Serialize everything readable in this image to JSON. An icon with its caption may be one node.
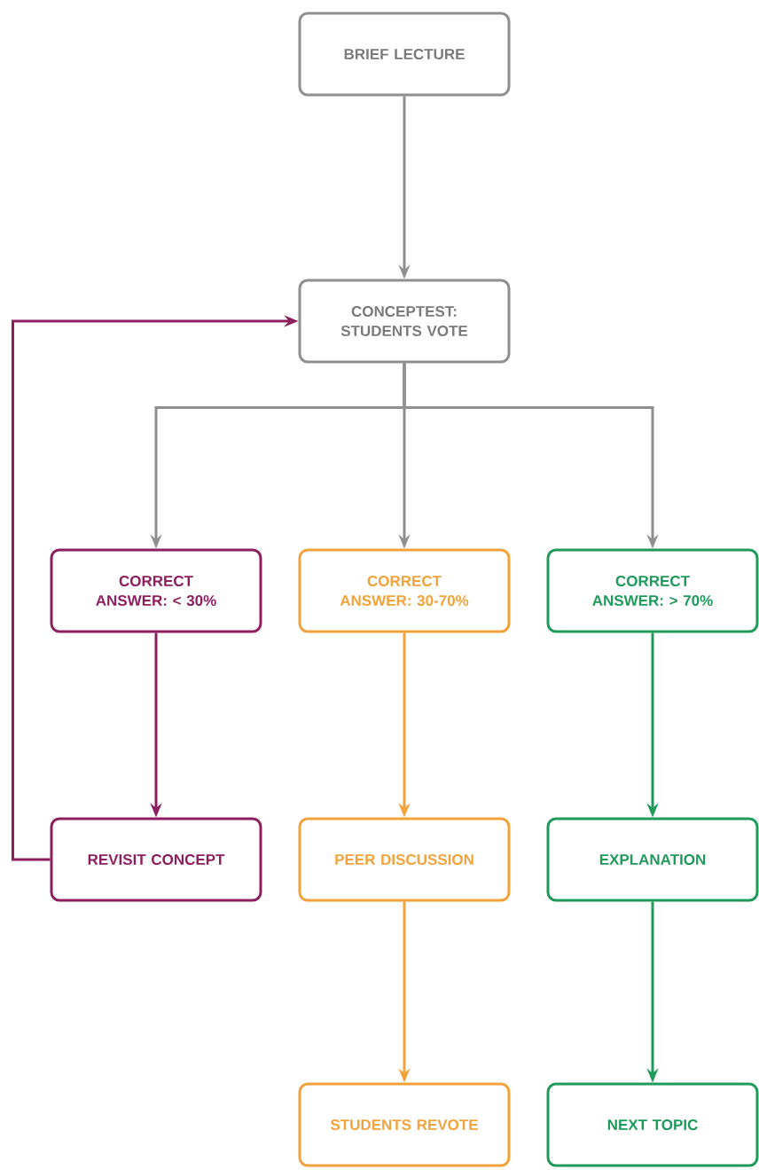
{
  "diagram": {
    "nodes": [
      {
        "text": [
          "BRIEF LECTURE"
        ]
      },
      {
        "text": [
          "CONCEPTEST: STUDENTS VOTE"
        ]
      },
      {
        "text": [
          "CORRECT ANSWER: < 30%"
        ]
      },
      {
        "text": [
          "CORRECT ANSWER: 30-70%"
        ]
      },
      {
        "text": [
          "CORRECT ANSWER: > 70%"
        ]
      },
      {
        "text": [
          "REVISIT CONCEPT"
        ]
      },
      {
        "text": [
          "PEER DISCUSSION"
        ]
      },
      {
        "text": [
          "EXPLANATION"
        ]
      },
      {
        "text": [
          "STUDENTS REVOTE"
        ]
      },
      {
        "text": [
          "NEXT TOPIC"
        ]
      }
    ],
    "edges": [
      {
        "from": 0,
        "to": 1,
        "arrow": "to"
      },
      {
        "from": 1,
        "to": 2,
        "arrow": "to"
      },
      {
        "from": 1,
        "to": 3,
        "arrow": "to"
      },
      {
        "from": 1,
        "to": 4,
        "arrow": "to"
      },
      {
        "from": 2,
        "to": 5,
        "arrow": "to",
        "color": "#8e1f5f"
      },
      {
        "from": 3,
        "to": 6,
        "arrow": "to",
        "color": "#f2a23a"
      },
      {
        "from": 4,
        "to": 7,
        "arrow": "to",
        "color": "#1e9a5a"
      },
      {
        "from": 6,
        "to": 8,
        "arrow": "to",
        "color": "#f2a23a"
      },
      {
        "from": 7,
        "to": 9,
        "arrow": "to",
        "color": "#1e9a5a"
      },
      {
        "from": 5,
        "to": 1,
        "arrow": "to",
        "color": "#8e1f5f"
      }
    ]
  }
}
